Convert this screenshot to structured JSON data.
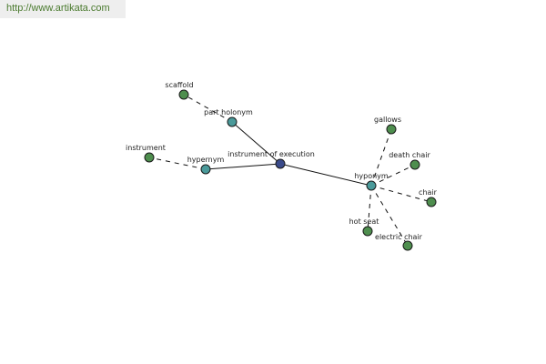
{
  "source_url": "http://www.artikata.com",
  "colors": {
    "center_node": "#3a4a8a",
    "relation_node": "#4a9a9a",
    "term_node": "#4e8e4e"
  },
  "graph": {
    "nodes": [
      {
        "id": "center",
        "label": "instrument of execution",
        "kind": "center"
      },
      {
        "id": "part_holonym",
        "label": "part holonym",
        "kind": "relation"
      },
      {
        "id": "hypernym",
        "label": "hypernym",
        "kind": "relation"
      },
      {
        "id": "hyponym",
        "label": "hyponym",
        "kind": "relation"
      },
      {
        "id": "scaffold",
        "label": "scaffold",
        "kind": "term"
      },
      {
        "id": "instrument",
        "label": "instrument",
        "kind": "term"
      },
      {
        "id": "gallows",
        "label": "gallows",
        "kind": "term"
      },
      {
        "id": "death_chair",
        "label": "death chair",
        "kind": "term"
      },
      {
        "id": "chair",
        "label": "chair",
        "kind": "term"
      },
      {
        "id": "hot_seat",
        "label": "hot seat",
        "kind": "term"
      },
      {
        "id": "electric_chair",
        "label": "electric chair",
        "kind": "term"
      }
    ],
    "edges": [
      {
        "from": "center",
        "to": "part_holonym",
        "style": "solid"
      },
      {
        "from": "center",
        "to": "hypernym",
        "style": "solid"
      },
      {
        "from": "center",
        "to": "hyponym",
        "style": "solid"
      },
      {
        "from": "part_holonym",
        "to": "scaffold",
        "style": "dashed"
      },
      {
        "from": "hypernym",
        "to": "instrument",
        "style": "dashed"
      },
      {
        "from": "hyponym",
        "to": "gallows",
        "style": "dashed"
      },
      {
        "from": "hyponym",
        "to": "death_chair",
        "style": "dashed"
      },
      {
        "from": "hyponym",
        "to": "chair",
        "style": "dashed"
      },
      {
        "from": "hyponym",
        "to": "hot_seat",
        "style": "dashed"
      },
      {
        "from": "hyponym",
        "to": "electric_chair",
        "style": "dashed"
      }
    ]
  }
}
